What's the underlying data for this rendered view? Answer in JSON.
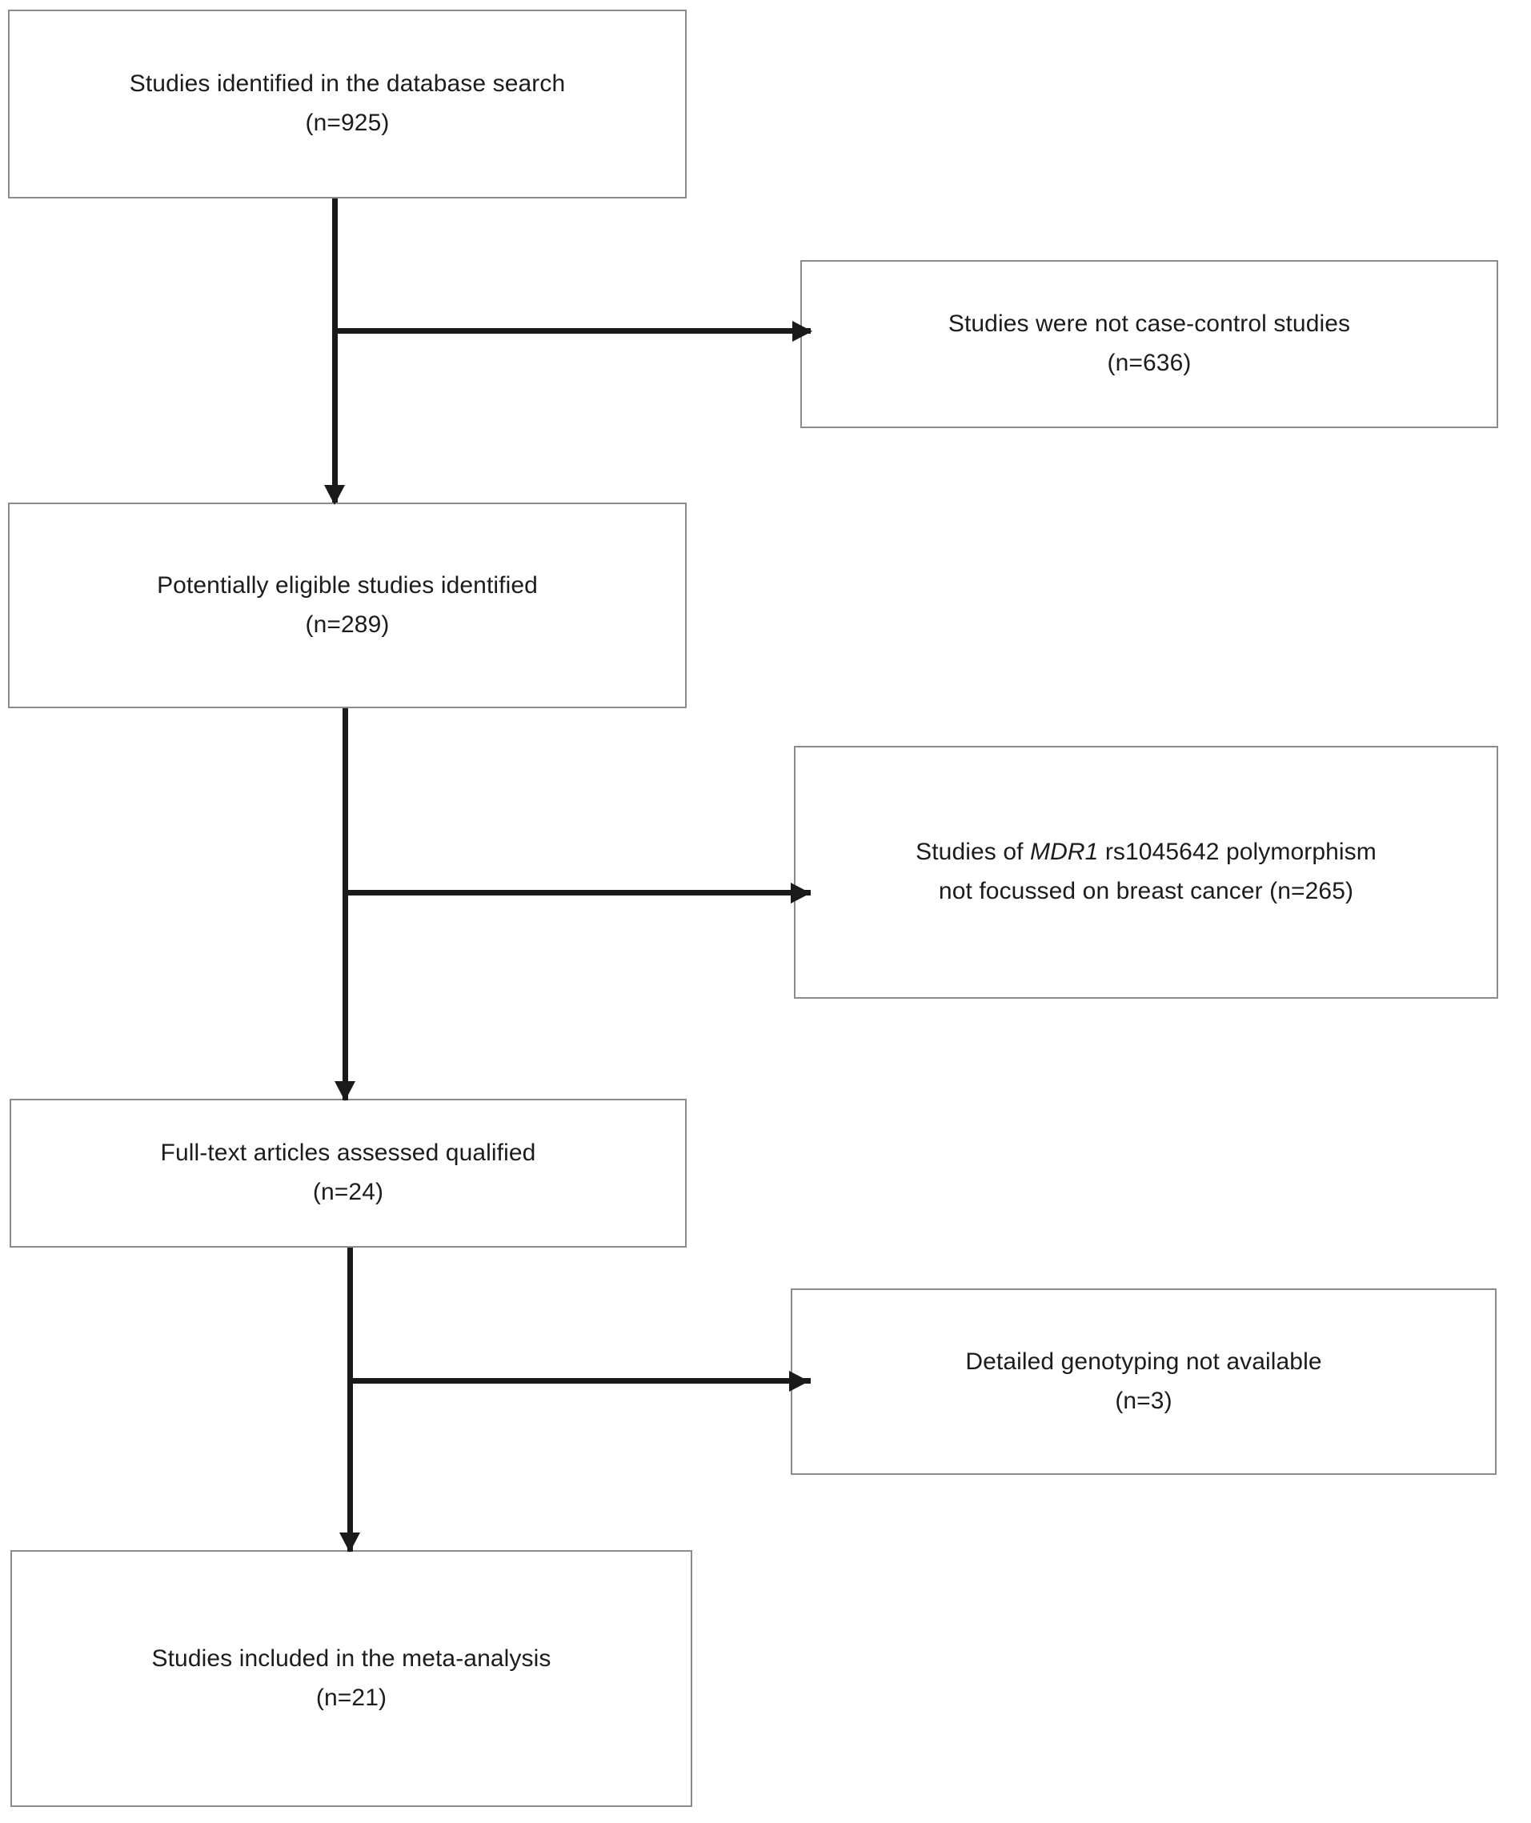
{
  "diagram": {
    "title": "PRISMA study selection flow diagram",
    "type": "flowchart",
    "colors": {
      "box_border": "#8c8c8c",
      "connector": "#1a1a1a",
      "background": "#ffffff",
      "text": "#1c1c1c"
    },
    "boxes": [
      {
        "id": "identified",
        "line1": "Studies identified in the database search",
        "line2": "(n=925)",
        "count": 925,
        "column": "main"
      },
      {
        "id": "not-case-control",
        "line1": "Studies were not case-control studies",
        "line2": "(n=636)",
        "count": 636,
        "column": "excluded"
      },
      {
        "id": "potentially-eligible",
        "line1": "Potentially eligible studies identified",
        "line2": "(n=289)",
        "count": 289,
        "column": "main"
      },
      {
        "id": "not-breast-cancer",
        "line1_prefix": "Studies of ",
        "line1_italic": "MDR1",
        "line1_suffix": " rs1045642 polymorphism",
        "line2": "not focussed on breast cancer (n=265)",
        "count": 265,
        "column": "excluded"
      },
      {
        "id": "full-text-assessed",
        "line1": "Full-text articles assessed qualified",
        "line2": "(n=24)",
        "count": 24,
        "column": "main"
      },
      {
        "id": "no-genotyping",
        "line1": "Detailed genotyping not available",
        "line2": "(n=3)",
        "count": 3,
        "column": "excluded"
      },
      {
        "id": "included",
        "line1": "Studies included in the meta-analysis",
        "line2": "(n=21)",
        "count": 21,
        "column": "main"
      }
    ],
    "connectors": [
      {
        "id": "identified-to-eligible",
        "kind": "vertical-arrow"
      },
      {
        "id": "identified-to-not-case-control",
        "kind": "horizontal-arrow"
      },
      {
        "id": "eligible-to-full-text",
        "kind": "vertical-arrow"
      },
      {
        "id": "eligible-to-not-breast-cancer",
        "kind": "horizontal-arrow"
      },
      {
        "id": "full-text-to-included",
        "kind": "vertical-arrow"
      },
      {
        "id": "full-text-to-no-genotyping",
        "kind": "horizontal-arrow"
      }
    ]
  }
}
